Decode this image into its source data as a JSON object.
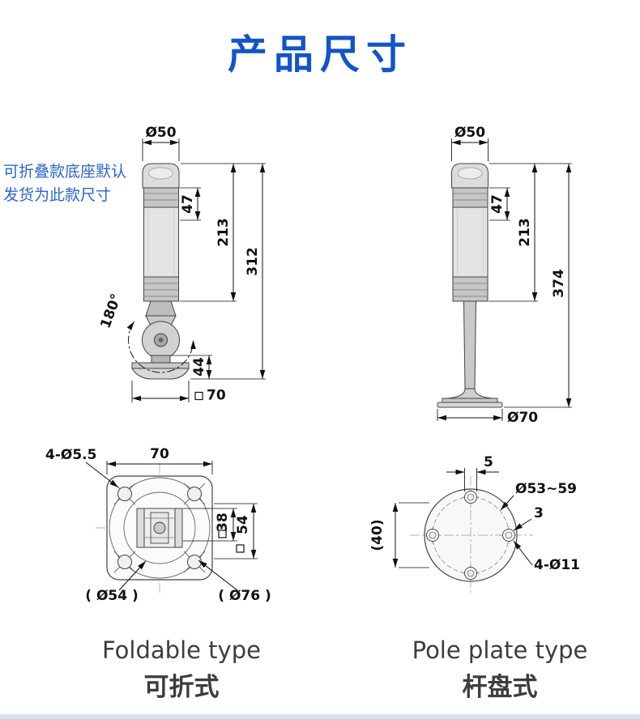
{
  "title": "产品尺寸",
  "note": "可折叠款底座默认\n发货为此款尺寸",
  "foldable_front": {
    "dia_top": "Ø50",
    "seg_height": "47",
    "tower_height": "213",
    "total_height": "312",
    "fold_angle": "180°",
    "base_height": "44",
    "base_width": "70"
  },
  "pole_front": {
    "dia_top": "Ø50",
    "seg_height": "47",
    "tower_height": "213",
    "total_height": "374",
    "base_dia": "Ø70"
  },
  "foldable_top": {
    "holes": "4-Ø5.5",
    "width": "70",
    "inner_width": "38",
    "outer_width": "54",
    "dia_inner": "( Ø54 )",
    "dia_outer": "( Ø76 )"
  },
  "pole_top": {
    "slot": "5",
    "bolt_circle": "Ø53~59",
    "thickness": "3",
    "spacing": "(40)",
    "holes": "4-Ø11"
  },
  "captions": {
    "foldable_en": "Foldable type",
    "foldable_cn": "可折式",
    "pole_en": "Pole plate type",
    "pole_cn": "杆盘式"
  }
}
